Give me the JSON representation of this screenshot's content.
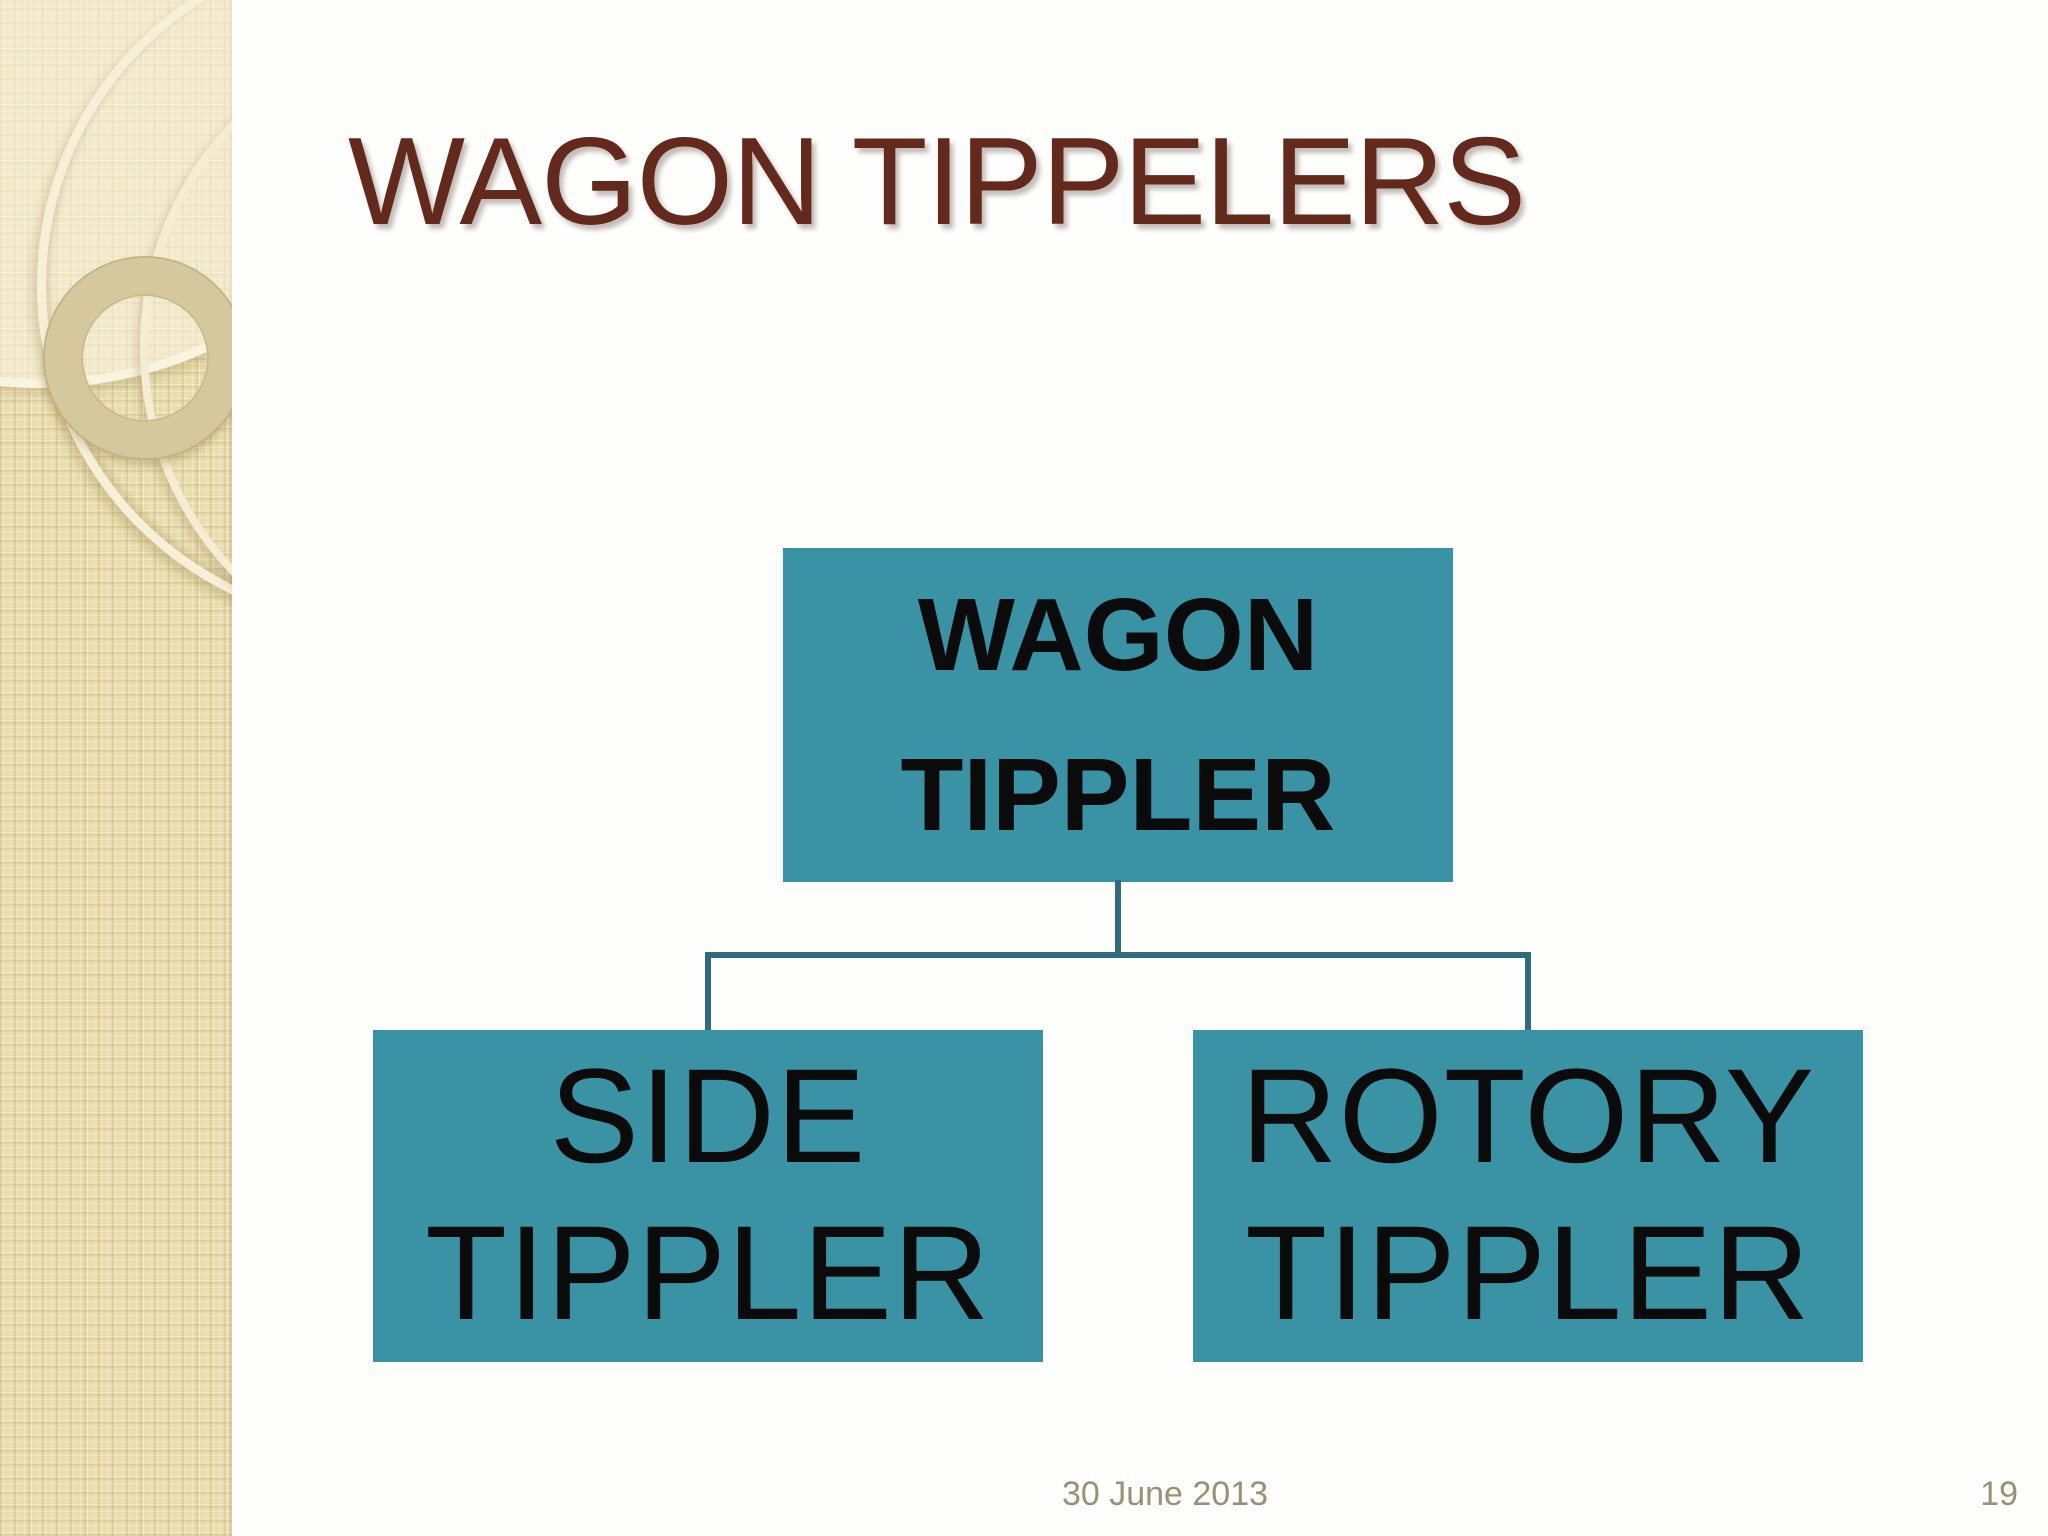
{
  "slide": {
    "title": "WAGON TIPPELERS"
  },
  "diagram": {
    "type": "org-chart",
    "root": {
      "id": "wagon-tippler",
      "label": "WAGON TIPPLER"
    },
    "children": [
      {
        "id": "side-tippler",
        "label": "SIDE TIPPLER"
      },
      {
        "id": "rotory-tippler",
        "label": "ROTORY TIPPLER"
      }
    ]
  },
  "footer": {
    "date": "30 June 2013",
    "page_number": "19"
  },
  "colors": {
    "node_fill": "#3a93a5",
    "node_text": "#0b0b0b",
    "connector": "#2d6b7d",
    "title_text": "#63291d",
    "footer_text": "#9a9076",
    "sidebar_base": "#e8dbac"
  }
}
